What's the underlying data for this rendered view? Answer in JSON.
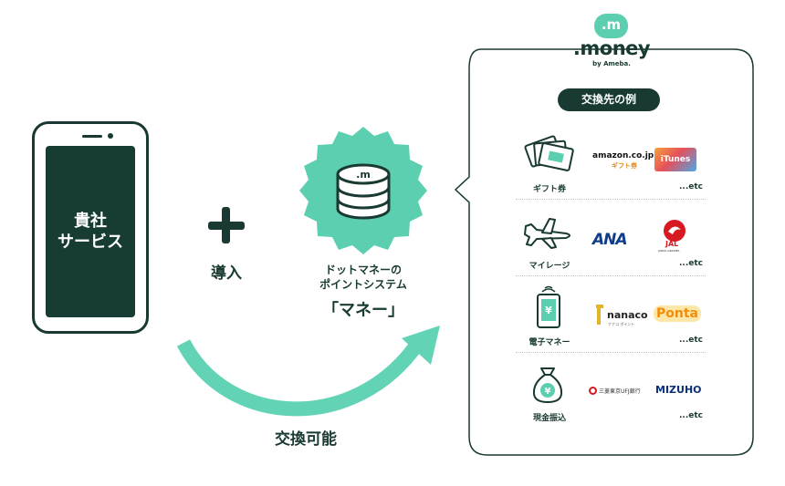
{
  "phone": {
    "label": "貴社\nサービス"
  },
  "intro": {
    "label": "導入"
  },
  "money_system": {
    "caption_line1": "ドットマネーの",
    "caption_line2": "ポイントシステム",
    "name": "「マネー」"
  },
  "exchange": {
    "label": "交換可能"
  },
  "panel": {
    "logo_icon": ".m",
    "logo_text": ".money",
    "logo_sub": "by Ameba.",
    "pill": "交換先の例",
    "categories": [
      {
        "label": "ギフト券",
        "etc": "...etc",
        "brand1": "amazon.co.jp",
        "brand1_sub": "ギフト券",
        "brand2": "iTunes"
      },
      {
        "label": "マイレージ",
        "etc": "...etc",
        "brand1": "ANA",
        "brand2": "JAL",
        "brand2_sub": "JAPAN AIRLINES"
      },
      {
        "label": "電子マネー",
        "etc": "...etc",
        "brand1": "nanaco",
        "brand1_sub": "ナナコ ポイント",
        "brand2": "Ponta"
      },
      {
        "label": "現金振込",
        "etc": "...etc",
        "brand1": "三菱東京UFJ銀行",
        "brand2": "MIZUHO"
      }
    ]
  },
  "colors": {
    "dark": "#183a32",
    "teal": "#5ccfb0",
    "teal_light": "#63d3b6"
  }
}
